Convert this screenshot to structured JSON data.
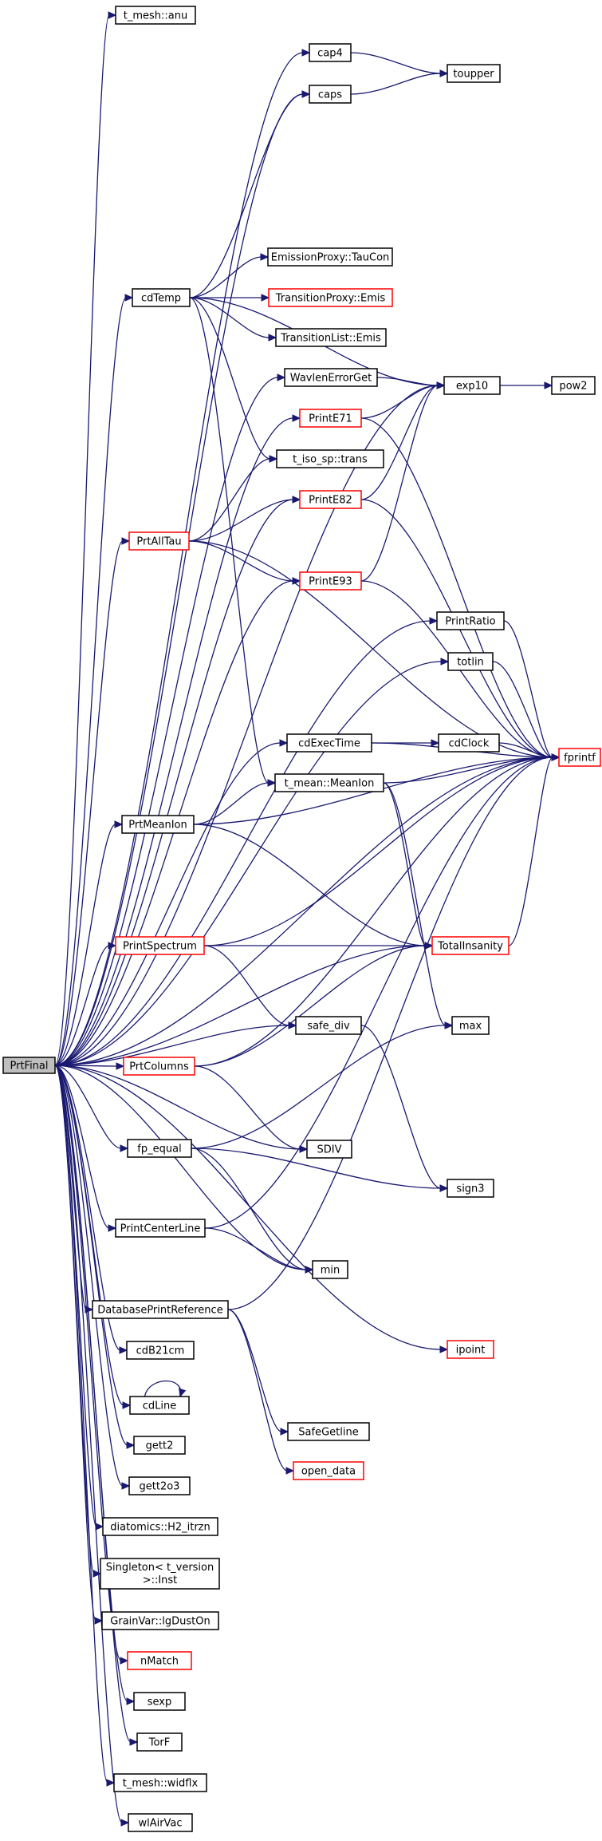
{
  "colors": {
    "edge": "#191970",
    "node_fill": "#ffffff",
    "node_stroke_normal": "#000000",
    "node_stroke_truncated": "#ff0000",
    "root_fill": "#bfbfbf"
  },
  "nodes": [
    {
      "id": "PrtFinal",
      "label": "PrtFinal",
      "root": true
    },
    {
      "id": "t_mesh_anu",
      "label": "t_mesh::anu"
    },
    {
      "id": "cap4",
      "label": "cap4"
    },
    {
      "id": "caps",
      "label": "caps"
    },
    {
      "id": "toupper",
      "label": "toupper"
    },
    {
      "id": "cdTemp",
      "label": "cdTemp"
    },
    {
      "id": "EmissionProxy_TauCon",
      "label": "EmissionProxy::TauCon"
    },
    {
      "id": "TransitionProxy_Emis",
      "label": "TransitionProxy::Emis",
      "red": true
    },
    {
      "id": "TransitionList_Emis",
      "label": "TransitionList::Emis"
    },
    {
      "id": "WavlenErrorGet",
      "label": "WavlenErrorGet"
    },
    {
      "id": "exp10",
      "label": "exp10"
    },
    {
      "id": "pow2",
      "label": "pow2"
    },
    {
      "id": "PrintE71",
      "label": "PrintE71",
      "red": true
    },
    {
      "id": "t_iso_sp_trans",
      "label": "t_iso_sp::trans"
    },
    {
      "id": "PrintE82",
      "label": "PrintE82",
      "red": true
    },
    {
      "id": "PrtAllTau",
      "label": "PrtAllTau",
      "red": true
    },
    {
      "id": "PrintE93",
      "label": "PrintE93",
      "red": true
    },
    {
      "id": "PrintRatio",
      "label": "PrintRatio"
    },
    {
      "id": "totlin",
      "label": "totlin"
    },
    {
      "id": "fprintf",
      "label": "fprintf",
      "red": true
    },
    {
      "id": "cdExecTime",
      "label": "cdExecTime"
    },
    {
      "id": "cdClock",
      "label": "cdClock"
    },
    {
      "id": "t_mean_MeanIon",
      "label": "t_mean::MeanIon"
    },
    {
      "id": "PrtMeanIon",
      "label": "PrtMeanIon"
    },
    {
      "id": "PrintSpectrum",
      "label": "PrintSpectrum",
      "red": true
    },
    {
      "id": "TotalInsanity",
      "label": "TotalInsanity",
      "red": true
    },
    {
      "id": "safe_div",
      "label": "safe_div"
    },
    {
      "id": "max",
      "label": "max"
    },
    {
      "id": "PrtColumns",
      "label": "PrtColumns",
      "red": true
    },
    {
      "id": "SDIV",
      "label": "SDIV"
    },
    {
      "id": "fp_equal",
      "label": "fp_equal"
    },
    {
      "id": "sign3",
      "label": "sign3"
    },
    {
      "id": "PrintCenterLine",
      "label": "PrintCenterLine"
    },
    {
      "id": "min",
      "label": "min"
    },
    {
      "id": "DatabasePrintReference",
      "label": "DatabasePrintReference"
    },
    {
      "id": "ipoint",
      "label": "ipoint",
      "red": true
    },
    {
      "id": "cdB21cm",
      "label": "cdB21cm"
    },
    {
      "id": "cdLine",
      "label": "cdLine"
    },
    {
      "id": "SafeGetline",
      "label": "SafeGetline"
    },
    {
      "id": "open_data",
      "label": "open_data",
      "red": true
    },
    {
      "id": "gett2",
      "label": "gett2"
    },
    {
      "id": "gett2o3",
      "label": "gett2o3"
    },
    {
      "id": "diatomics_H2_itrzn",
      "label": "diatomics::H2_itrzn"
    },
    {
      "id": "Singleton_Inst",
      "label": "Singleton< t_version",
      "label2": ">::Inst"
    },
    {
      "id": "GrainVar_lgDustOn",
      "label": "GrainVar::lgDustOn"
    },
    {
      "id": "nMatch",
      "label": "nMatch",
      "red": true
    },
    {
      "id": "sexp",
      "label": "sexp"
    },
    {
      "id": "TorF",
      "label": "TorF"
    },
    {
      "id": "t_mesh_widflx",
      "label": "t_mesh::widflx"
    },
    {
      "id": "wlAirVac",
      "label": "wlAirVac"
    }
  ],
  "edges": [
    [
      "PrtFinal",
      "t_mesh_anu"
    ],
    [
      "PrtFinal",
      "cap4"
    ],
    [
      "PrtFinal",
      "caps"
    ],
    [
      "PrtFinal",
      "cdTemp"
    ],
    [
      "PrtFinal",
      "exp10"
    ],
    [
      "PrtFinal",
      "fprintf"
    ],
    [
      "PrtFinal",
      "WavlenErrorGet"
    ],
    [
      "PrtFinal",
      "PrintE71"
    ],
    [
      "PrtFinal",
      "PrintE82"
    ],
    [
      "PrtFinal",
      "PrtAllTau"
    ],
    [
      "PrtFinal",
      "PrintE93"
    ],
    [
      "PrtFinal",
      "PrintRatio"
    ],
    [
      "PrtFinal",
      "totlin"
    ],
    [
      "PrtFinal",
      "cdExecTime"
    ],
    [
      "PrtFinal",
      "PrtMeanIon"
    ],
    [
      "PrtFinal",
      "PrintSpectrum"
    ],
    [
      "PrtFinal",
      "TotalInsanity"
    ],
    [
      "PrtFinal",
      "safe_div"
    ],
    [
      "PrtFinal",
      "PrtColumns"
    ],
    [
      "PrtFinal",
      "SDIV"
    ],
    [
      "PrtFinal",
      "fp_equal"
    ],
    [
      "PrtFinal",
      "PrintCenterLine"
    ],
    [
      "PrtFinal",
      "min"
    ],
    [
      "PrtFinal",
      "ipoint"
    ],
    [
      "PrtFinal",
      "DatabasePrintReference"
    ],
    [
      "PrtFinal",
      "cdB21cm"
    ],
    [
      "PrtFinal",
      "cdLine"
    ],
    [
      "PrtFinal",
      "gett2"
    ],
    [
      "PrtFinal",
      "gett2o3"
    ],
    [
      "PrtFinal",
      "diatomics_H2_itrzn"
    ],
    [
      "PrtFinal",
      "Singleton_Inst"
    ],
    [
      "PrtFinal",
      "GrainVar_lgDustOn"
    ],
    [
      "PrtFinal",
      "nMatch"
    ],
    [
      "PrtFinal",
      "sexp"
    ],
    [
      "PrtFinal",
      "TorF"
    ],
    [
      "PrtFinal",
      "t_mesh_widflx"
    ],
    [
      "PrtFinal",
      "wlAirVac"
    ],
    [
      "cap4",
      "toupper"
    ],
    [
      "caps",
      "toupper"
    ],
    [
      "cdTemp",
      "caps"
    ],
    [
      "cdTemp",
      "exp10"
    ],
    [
      "cdTemp",
      "EmissionProxy_TauCon"
    ],
    [
      "cdTemp",
      "TransitionProxy_Emis"
    ],
    [
      "cdTemp",
      "TransitionList_Emis"
    ],
    [
      "cdTemp",
      "t_iso_sp_trans"
    ],
    [
      "cdTemp",
      "t_mean_MeanIon"
    ],
    [
      "WavlenErrorGet",
      "exp10"
    ],
    [
      "exp10",
      "pow2"
    ],
    [
      "PrintE71",
      "exp10"
    ],
    [
      "PrintE71",
      "fprintf"
    ],
    [
      "PrintE82",
      "exp10"
    ],
    [
      "PrintE82",
      "fprintf"
    ],
    [
      "PrintE93",
      "exp10"
    ],
    [
      "PrintE93",
      "fprintf"
    ],
    [
      "PrtAllTau",
      "t_iso_sp_trans"
    ],
    [
      "PrtAllTau",
      "PrintE82"
    ],
    [
      "PrtAllTau",
      "PrintE93"
    ],
    [
      "PrtAllTau",
      "fprintf"
    ],
    [
      "PrintRatio",
      "fprintf"
    ],
    [
      "totlin",
      "fprintf"
    ],
    [
      "cdExecTime",
      "cdClock"
    ],
    [
      "cdExecTime",
      "fprintf"
    ],
    [
      "cdClock",
      "fprintf"
    ],
    [
      "t_mean_MeanIon",
      "fprintf"
    ],
    [
      "t_mean_MeanIon",
      "TotalInsanity"
    ],
    [
      "t_mean_MeanIon",
      "max"
    ],
    [
      "PrtMeanIon",
      "t_mean_MeanIon"
    ],
    [
      "PrtMeanIon",
      "fprintf"
    ],
    [
      "PrtMeanIon",
      "TotalInsanity"
    ],
    [
      "PrintSpectrum",
      "fprintf"
    ],
    [
      "PrintSpectrum",
      "TotalInsanity"
    ],
    [
      "PrintSpectrum",
      "safe_div"
    ],
    [
      "TotalInsanity",
      "fprintf"
    ],
    [
      "safe_div",
      "sign3"
    ],
    [
      "PrtColumns",
      "TotalInsanity"
    ],
    [
      "PrtColumns",
      "fprintf"
    ],
    [
      "PrtColumns",
      "SDIV"
    ],
    [
      "fp_equal",
      "max"
    ],
    [
      "fp_equal",
      "sign3"
    ],
    [
      "fp_equal",
      "min"
    ],
    [
      "PrintCenterLine",
      "min"
    ],
    [
      "PrintCenterLine",
      "fprintf"
    ],
    [
      "DatabasePrintReference",
      "fprintf"
    ],
    [
      "DatabasePrintReference",
      "SafeGetline"
    ],
    [
      "DatabasePrintReference",
      "open_data"
    ],
    [
      "cdLine",
      "cdLine"
    ]
  ]
}
